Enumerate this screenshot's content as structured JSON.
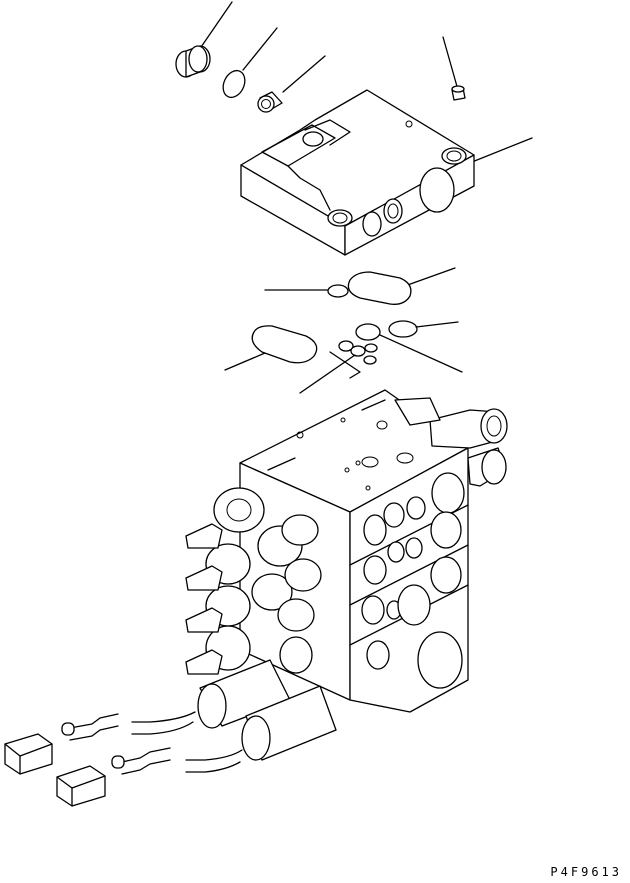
{
  "drawing_code": "P4F9613",
  "parts": [
    {
      "id": "cap",
      "icon": "cap-plug-icon"
    },
    {
      "id": "o-ring-top",
      "icon": "o-ring-icon"
    },
    {
      "id": "bushing",
      "icon": "bushing-icon"
    },
    {
      "id": "plug-screw",
      "icon": "plug-icon"
    },
    {
      "id": "cover-block",
      "icon": "valve-cover-icon"
    },
    {
      "id": "small-o-ring",
      "icon": "o-ring-icon"
    },
    {
      "id": "seal-large-right",
      "icon": "seal-icon"
    },
    {
      "id": "seal-large-left",
      "icon": "seal-icon"
    },
    {
      "id": "seal-pair",
      "icon": "seal-icon"
    },
    {
      "id": "small-o-rings-cluster",
      "icon": "o-ring-icon"
    },
    {
      "id": "control-valve-body",
      "icon": "control-valve-icon"
    },
    {
      "id": "connector-1",
      "icon": "connector-icon"
    },
    {
      "id": "connector-2",
      "icon": "connector-icon"
    }
  ]
}
